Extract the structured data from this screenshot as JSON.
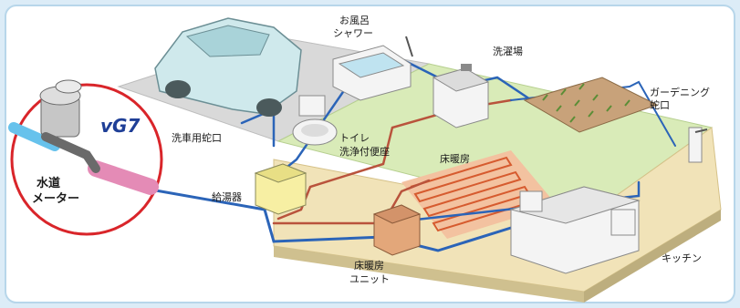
{
  "labels": {
    "bath_shower": [
      "お風呂",
      "シャワー"
    ],
    "laundry": "洗濯場",
    "gardening_faucet": [
      "ガーデニング",
      "蛇口"
    ],
    "car_wash_faucet": "洗車用蛇口",
    "toilet": [
      "トイレ",
      "洗浄付便座"
    ],
    "water_heater": "給湯器",
    "floor_heating": "床暖房",
    "floor_heating_unit": [
      "床暖房",
      "ユニット"
    ],
    "kitchen": "キッチン",
    "water_meter": [
      "水道",
      "メーター"
    ],
    "brand": "vG7"
  },
  "colors": {
    "background": "#dcecf7",
    "floor_gray": "#d9d9d9",
    "floor_green": "#d9ebb8",
    "floor_beige": "#f1e3b8",
    "pipe_blue": "#2b64b8",
    "pipe_red": "#b9533c",
    "highlight_circle": "#d9252a",
    "brand_text": "#1f3f97",
    "device_pink": "#e48bb6",
    "pipe_light_blue": "#67c2ec"
  }
}
